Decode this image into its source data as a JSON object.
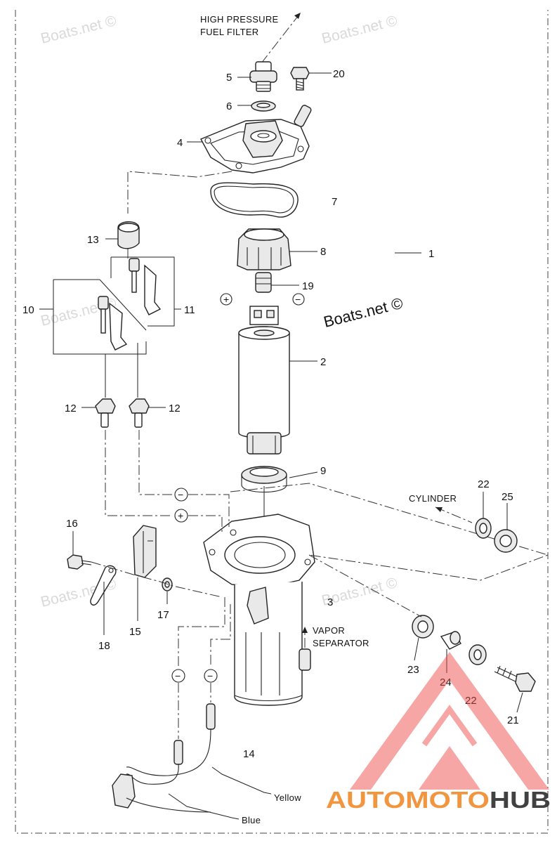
{
  "captions": {
    "high_pressure_line1": "HIGH PRESSURE",
    "high_pressure_line2": "FUEL  FILTER",
    "cylinder": "CYLINDER",
    "vapor_line1": "VAPOR",
    "vapor_line2": "SEPARATOR",
    "wire_yellow": "Yellow",
    "wire_blue": "Blue"
  },
  "callouts": {
    "n1": "1",
    "n2": "2",
    "n3": "3",
    "n4": "4",
    "n5": "5",
    "n6": "6",
    "n7": "7",
    "n8": "8",
    "n9": "9",
    "n10": "10",
    "n11": "11",
    "n12a": "12",
    "n12b": "12",
    "n13": "13",
    "n14": "14",
    "n15": "15",
    "n16": "16",
    "n17": "17",
    "n18": "18",
    "n19": "19",
    "n20": "20",
    "n21": "21",
    "n22a": "22",
    "n22b": "22",
    "n23": "23",
    "n24": "24",
    "n25": "25"
  },
  "polarity": {
    "plus": "+",
    "minus": "−"
  },
  "watermarks": {
    "primary": "Boats.net ©",
    "faint": "Boats.net ©"
  },
  "logo": {
    "part1": "AUTO",
    "part2": "MOTO",
    "part3": "HUB",
    "color_orange": "#f08a2a",
    "color_dark": "#2d2d2d",
    "color_triangle": "#ee4b4b"
  }
}
